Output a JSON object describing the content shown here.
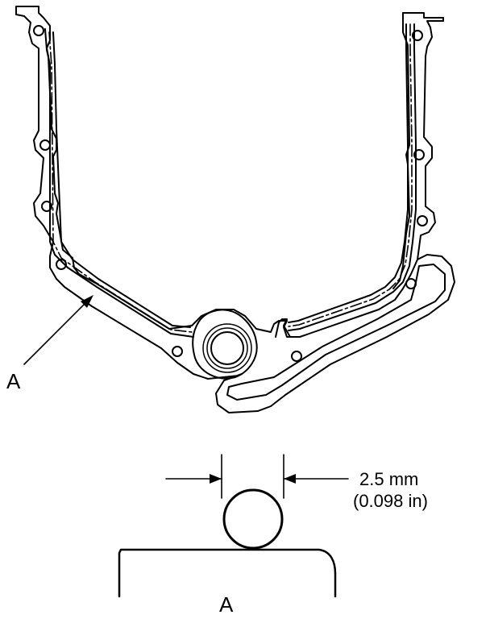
{
  "labels": {
    "callout_top": "A",
    "callout_bottom": "A"
  },
  "dimension": {
    "metric": "2.5 mm",
    "imperial": "(0.098 in)"
  }
}
